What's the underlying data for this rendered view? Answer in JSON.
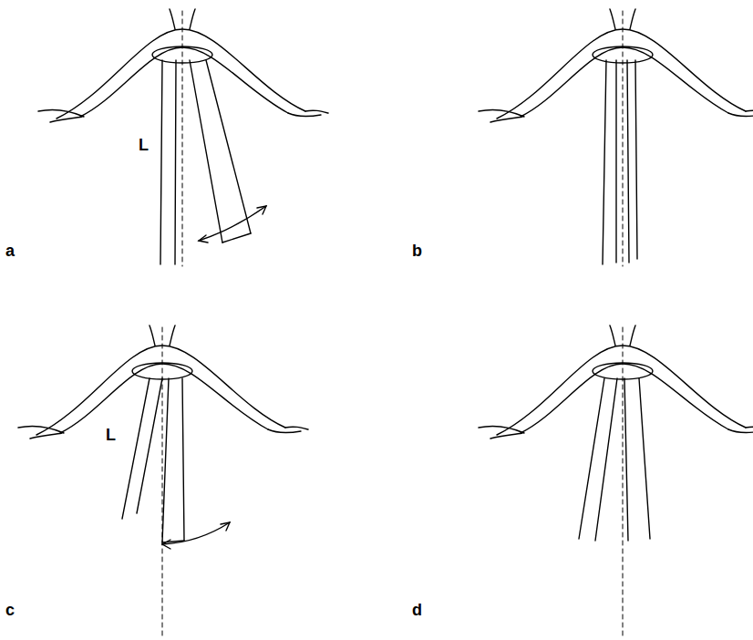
{
  "diagram": {
    "labels": [
      "L",
      "a",
      "b",
      "L",
      "c",
      "d"
    ]
  }
}
